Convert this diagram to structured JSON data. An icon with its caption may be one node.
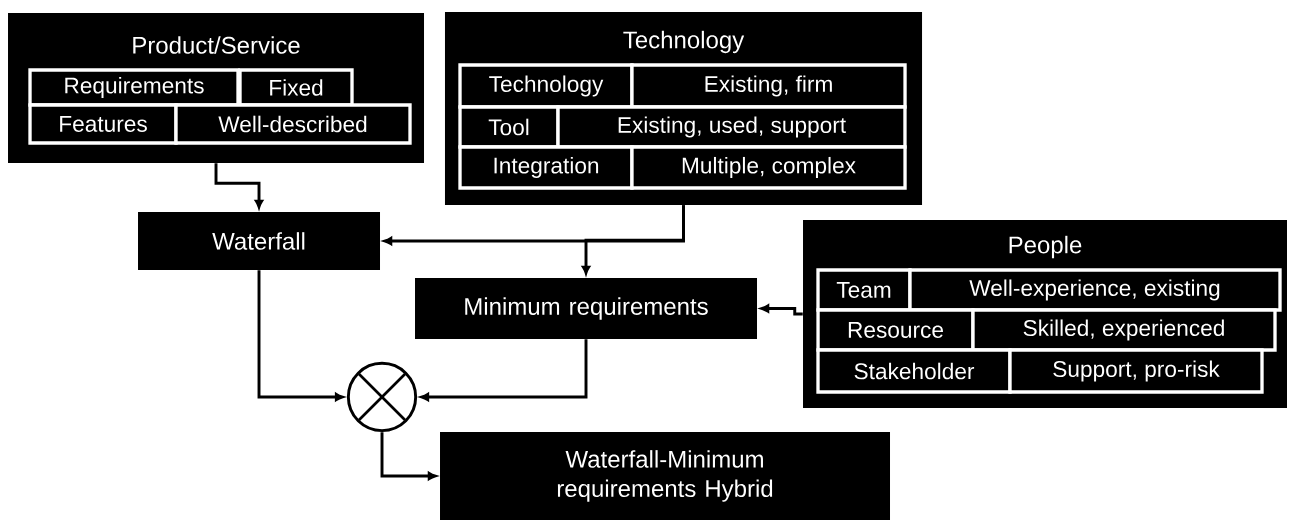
{
  "diagram": {
    "nodes": [
      {
        "text": [
          "Product/Service"
        ]
      },
      {
        "text": [
          "Requirements"
        ],
        "in": 0
      },
      {
        "text": [
          "Fixed"
        ],
        "in": 0
      },
      {
        "text": [
          "Features"
        ],
        "in": 0
      },
      {
        "text": [
          "Well-described"
        ],
        "in": 0
      },
      {
        "text": [
          "Technology"
        ]
      },
      {
        "text": [
          "Technology"
        ],
        "in": 5
      },
      {
        "text": [
          "Existing, firm"
        ],
        "in": 5
      },
      {
        "text": [
          "Tool"
        ],
        "in": 5
      },
      {
        "text": [
          "Existing, used, support"
        ],
        "in": 5
      },
      {
        "text": [
          "Integration"
        ],
        "in": 5
      },
      {
        "text": [
          "Multiple, complex"
        ],
        "in": 5
      },
      {
        "text": [
          "Waterfall"
        ]
      },
      {
        "text": [
          "People"
        ]
      },
      {
        "text": [
          "Team"
        ],
        "in": 13
      },
      {
        "text": [
          "Well-experience, existing"
        ],
        "in": 13
      },
      {
        "text": [
          "Resource"
        ],
        "in": 13
      },
      {
        "text": [
          "Skilled, experienced"
        ],
        "in": 13
      },
      {
        "text": [
          "Stakeholder"
        ],
        "in": 13
      },
      {
        "text": [
          "Support, pro-risk"
        ],
        "in": 13
      },
      {
        "text": [
          "Minimum requirements"
        ]
      },
      {
        "text": [],
        "shape": "circle"
      },
      {
        "text": [
          "Waterfall-Minimum requirements Hybrid"
        ]
      }
    ],
    "edges": [
      {
        "from": 0,
        "to": 12,
        "arrow": "to"
      },
      {
        "from": 5,
        "to": 12,
        "arrow": "to"
      },
      {
        "from": 5,
        "to": 20,
        "arrow": "to"
      },
      {
        "from": 13,
        "to": 20,
        "arrow": "to"
      },
      {
        "from": 12,
        "to": 21,
        "arrow": "to"
      },
      {
        "from": 20,
        "to": 21,
        "arrow": "to"
      },
      {
        "from": 21,
        "to": 22,
        "arrow": "to"
      }
    ]
  }
}
